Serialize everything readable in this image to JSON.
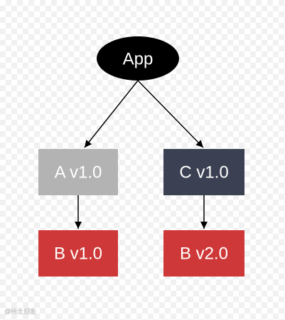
{
  "nodes": {
    "app": {
      "label": "App",
      "color": "#000000"
    },
    "a": {
      "label": "A v1.0",
      "color": "#b3b3b3"
    },
    "c": {
      "label": "C v1.0",
      "color": "#3b4052"
    },
    "b1": {
      "label": "B v1.0",
      "color": "#cf3838"
    },
    "b2": {
      "label": "B v2.0",
      "color": "#cf3838"
    }
  },
  "edges": [
    {
      "from": "app",
      "to": "a"
    },
    {
      "from": "app",
      "to": "c"
    },
    {
      "from": "a",
      "to": "b1"
    },
    {
      "from": "c",
      "to": "b2"
    }
  ],
  "watermark": {
    "text": "@稀土掘金"
  }
}
